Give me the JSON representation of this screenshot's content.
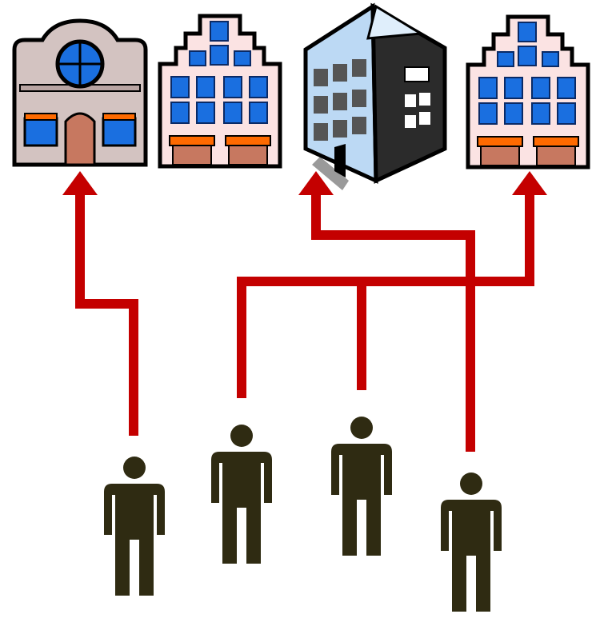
{
  "colors": {
    "connector": "#c40000",
    "person": "#2f2b12",
    "bank_wall": "#d3c3c1",
    "shop_wall": "#fbe3e3",
    "window_blue": "#1a6fe0",
    "awning_orange": "#ff6a00",
    "office_light": "#bcd9f4",
    "office_dark": "#2b2b2b",
    "outline": "#000000"
  },
  "icons": {
    "buildings": [
      "bank-building-icon",
      "shop-building-icon",
      "office-tower-icon",
      "shop-building-icon"
    ],
    "people": [
      "person-icon",
      "person-icon",
      "person-icon",
      "person-icon"
    ]
  },
  "connections": [
    {
      "from_person": 1,
      "to_building": 1
    },
    {
      "from_person": 2,
      "to_building": 4
    },
    {
      "from_person": 3,
      "to_building": 4
    },
    {
      "from_person": 4,
      "to_building": 3
    }
  ]
}
